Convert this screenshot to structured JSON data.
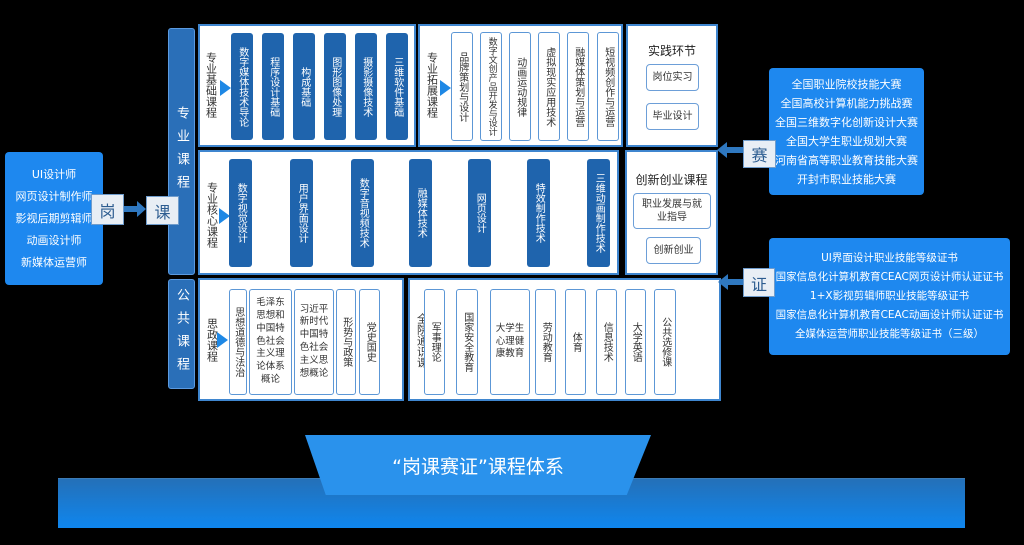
{
  "left_bars": {
    "professional": "专业课程",
    "public": "公共课程"
  },
  "jobs": {
    "tag": "岗",
    "items": [
      "UI设计师",
      "网页设计制作师",
      "影视后期剪辑师",
      "动画设计师",
      "新媒体运营师"
    ]
  },
  "course_tag": "课",
  "foundation": {
    "label": "专业基础课程",
    "items": [
      "数字媒体技术导论",
      "程序设计基础",
      "构成基础",
      "图形图像处理",
      "摄影摄像技术",
      "三维软件基础"
    ]
  },
  "extension": {
    "label": "专业拓展课程",
    "items": [
      "品牌策划与设计",
      "数字文创产品开发与设计",
      "动画运动规律",
      "虚拟现实应用技术",
      "融媒体策划与运营",
      "短视频创作与运营"
    ]
  },
  "practice": {
    "title": "实践环节",
    "items": [
      "岗位实习",
      "毕业设计"
    ]
  },
  "core": {
    "label": "专业核心课程",
    "items": [
      "数字视觉设计",
      "用户界面设计",
      "数字音视频技术",
      "融媒体技术",
      "网页设计",
      "特效制作技术",
      "三维动画制作技术"
    ]
  },
  "innovation": {
    "title": "创新创业课程",
    "items": [
      "职业发展与就业指导",
      "创新创业"
    ]
  },
  "ideology": {
    "label": "思政课程",
    "items": [
      "思想道德与法治",
      "毛泽东思想和中国特色社会主义理论体系概论",
      "习近平新时代中国特色社会主义思想概论",
      "形势与政策",
      "党史国史"
    ]
  },
  "general": {
    "label": "全院通识课",
    "items": [
      "军事理论",
      "国家安全教育",
      "大学生心理健康教育",
      "劳动教育",
      "体育",
      "信息技术",
      "大学英语",
      "公共选修课"
    ]
  },
  "competition": {
    "tag": "赛",
    "items": [
      "全国职业院校技能大赛",
      "全国高校计算机能力挑战赛",
      "全国三维数字化创新设计大赛",
      "全国大学生职业规划大赛",
      "河南省高等职业教育技能大赛",
      "开封市职业技能大赛"
    ]
  },
  "certificate": {
    "tag": "证",
    "items": [
      "UI界面设计职业技能等级证书",
      "国家信息化计算机教育CEAC网页设计师认证证书",
      "1+X影视剪辑师职业技能等级证书",
      "国家信息化计算机教育CEAC动画设计师认证证书",
      "全媒体运营师职业技能等级证书（三级）"
    ]
  },
  "title": "“岗课赛证”课程体系"
}
